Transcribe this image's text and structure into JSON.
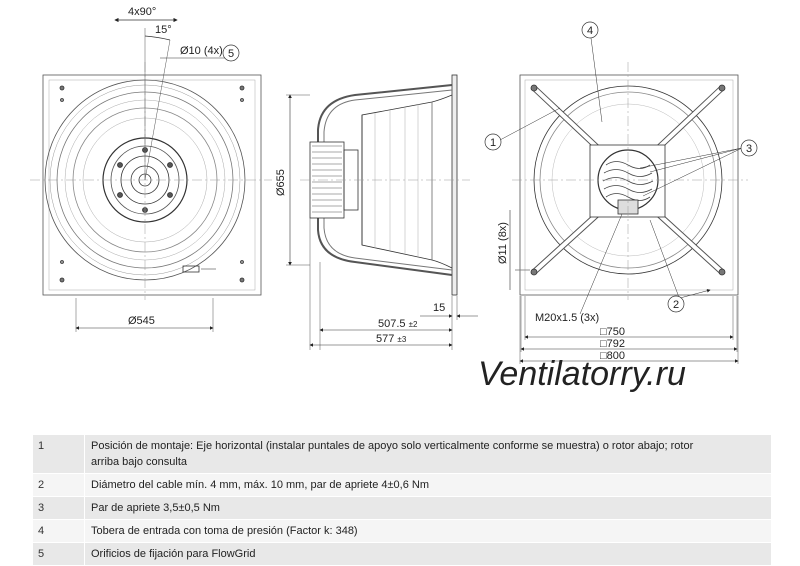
{
  "dims": {
    "angle_4x90": "4x90°",
    "angle_15": "15°",
    "hole_dia": "Ø10 (4x)",
    "diam_545": "Ø545",
    "diam_655": "Ø655",
    "dim_15": "15",
    "dim_507_main": "507.5",
    "dim_507_tol": "±2",
    "dim_577_main": "577",
    "dim_577_tol": "±3",
    "hole_11": "Ø11 (8x)",
    "thread": "M20x1.5 (3x)",
    "sq_750": "□750",
    "sq_792": "□792",
    "sq_800": "□800"
  },
  "callouts": {
    "c1": "1",
    "c2": "2",
    "c3": "3",
    "c4": "4",
    "c5": "5"
  },
  "watermark": "Ventilatorry.ru",
  "legend": [
    {
      "num": "1",
      "lines": [
        "Posición de montaje: Eje horizontal (instalar puntales de apoyo solo verticalmente conforme se muestra) o rotor abajo; rotor",
        "arriba bajo consulta"
      ]
    },
    {
      "num": "2",
      "lines": [
        "Diámetro del cable mín. 4 mm, máx. 10 mm, par de apriete 4±0,6 Nm"
      ]
    },
    {
      "num": "3",
      "lines": [
        "Par de apriete 3,5±0,5 Nm"
      ]
    },
    {
      "num": "4",
      "lines": [
        "Tobera de entrada con toma de presión (Factor k: 348)"
      ]
    },
    {
      "num": "5",
      "lines": [
        "Orificios de fijación para FlowGrid"
      ]
    }
  ]
}
